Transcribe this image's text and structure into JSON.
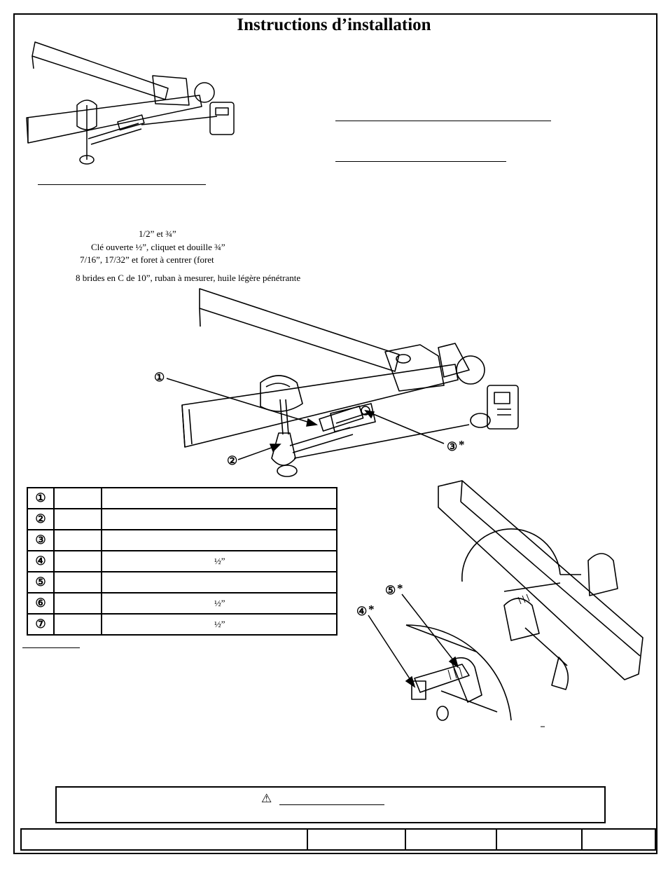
{
  "page": {
    "title": "Instructions d’installation"
  },
  "tools": {
    "line1": "1/2” et ¾”",
    "line2": "Clé ouverte ½”, cliquet et douille ¾”",
    "line3": "7/16”, 17/32” et foret à centrer (foret",
    "line4": "8 brides en C de 10”, ruban à mesurer, huile légère pénétrante"
  },
  "callouts": {
    "c1": "①",
    "c2": "②",
    "c3": "③",
    "c4": "④",
    "c5": "⑤",
    "star": "*"
  },
  "parts": [
    {
      "num": "①",
      "qty": "",
      "desc": ""
    },
    {
      "num": "②",
      "qty": "",
      "desc": ""
    },
    {
      "num": "③",
      "qty": "",
      "desc": ""
    },
    {
      "num": "④",
      "qty": "",
      "desc": "½”"
    },
    {
      "num": "⑤",
      "qty": "",
      "desc": ""
    },
    {
      "num": "⑥",
      "qty": "",
      "desc": "½”"
    },
    {
      "num": "⑦",
      "qty": "",
      "desc": "½”"
    }
  ],
  "warning": {
    "icon": "⚠"
  },
  "icons": {
    "warning": "warning-triangle-icon"
  }
}
